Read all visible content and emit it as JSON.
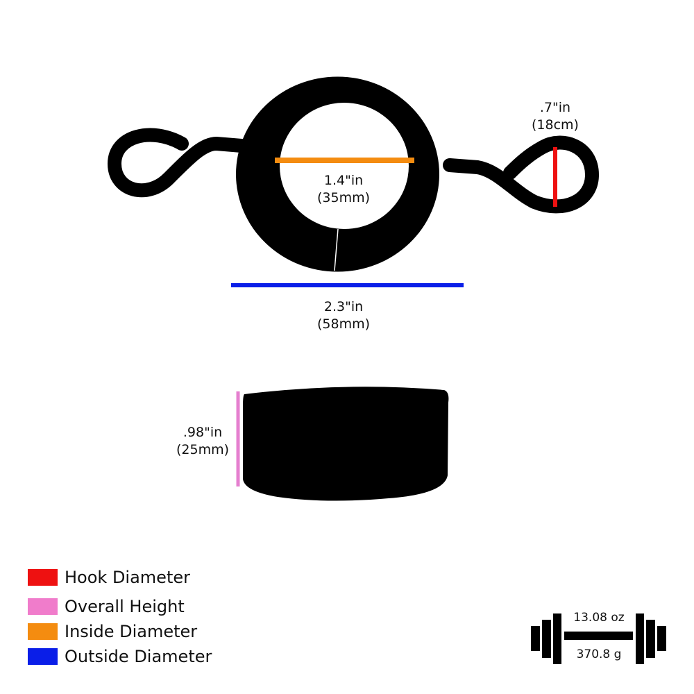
{
  "dimensions": {
    "hook": {
      "label_in": ".7\"in",
      "label_metric": "(18cm)",
      "color": "#ee1111"
    },
    "inside": {
      "label_in": "1.4\"in",
      "label_metric": "(35mm)",
      "color": "#f48c10"
    },
    "outside": {
      "label_in": "2.3\"in",
      "label_metric": "(58mm)",
      "color": "#0a1ee8"
    },
    "height": {
      "label_in": ".98\"in",
      "label_metric": "(25mm)",
      "color": "#e57fcf"
    }
  },
  "legend": [
    {
      "label": "Hook Diameter",
      "color": "#ee1111"
    },
    {
      "label": "Overall Height",
      "color": "#f07ccb"
    },
    {
      "label": "Inside Diameter",
      "color": "#f48c10"
    },
    {
      "label": "Outside Diameter",
      "color": "#0a1ee8"
    }
  ],
  "weight": {
    "imperial": "13.08 oz",
    "metric": "370.8 g",
    "icon": "dumbbell-icon"
  }
}
